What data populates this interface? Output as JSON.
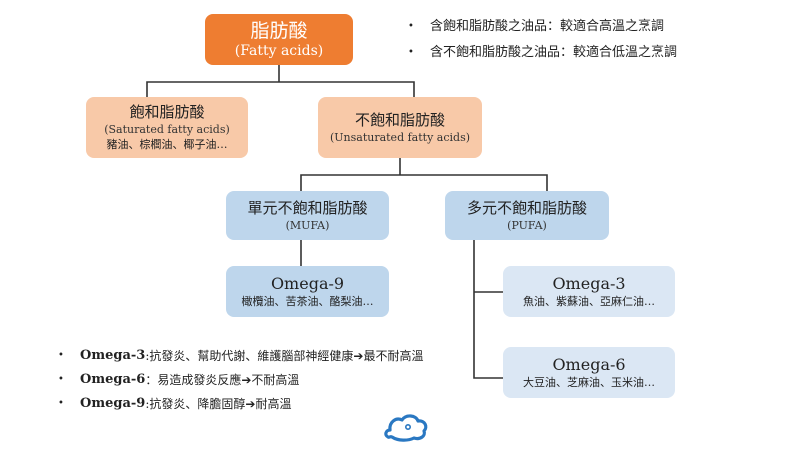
{
  "root": {
    "title": "脂肪酸",
    "subtitle": "(Fatty acids)"
  },
  "saturated": {
    "title": "飽和脂肪酸",
    "subtitle": "(Saturated fatty acids)",
    "examples": "豬油、棕櫚油、椰子油…"
  },
  "unsaturated": {
    "title": "不飽和脂肪酸",
    "subtitle": "(Unsaturated fatty acids)"
  },
  "mufa": {
    "title": "單元不飽和脂肪酸",
    "subtitle": "(MUFA)"
  },
  "pufa": {
    "title": "多元不飽和脂肪酸",
    "subtitle": "(PUFA)"
  },
  "omega9": {
    "title": "Omega-9",
    "examples": "橄欖油、苦茶油、酪梨油…"
  },
  "omega3": {
    "title": "Omega-3",
    "examples": "魚油、紫蘇油、亞麻仁油…"
  },
  "omega6": {
    "title": "Omega-6",
    "examples": "大豆油、芝麻油、玉米油…"
  },
  "notes": [
    {
      "bullet": "•",
      "text": "含飽和脂肪酸之油品：較適合高溫之烹調"
    },
    {
      "bullet": "•",
      "text": "含不飽和脂肪酸之油品：較適合低溫之烹調"
    }
  ],
  "legend": [
    {
      "bullet": "•",
      "name": "Omega-3",
      "sep": ": ",
      "text": "抗發炎、幫助代謝、維護腦部神經健康",
      "arrow": "➔",
      "result": "最不耐高溫"
    },
    {
      "bullet": "•",
      "name": "Omega-6",
      "sep": "： ",
      "text": "易造成發炎反應",
      "arrow": "➔",
      "result": "不耐高溫"
    },
    {
      "bullet": "•",
      "name": "Omega-9",
      "sep": " : ",
      "text": "抗發炎、降膽固醇",
      "arrow": "➔",
      "result": "耐高溫"
    }
  ],
  "logo": {
    "icon": "cloud-logo-icon"
  },
  "colors": {
    "root": "#ee7d31",
    "saturated_family": "#f8c9a8",
    "unsaturated_subtypes": "#bed6ec",
    "omega_boxes": "#dbe7f4",
    "logo": "#2a78c2"
  }
}
